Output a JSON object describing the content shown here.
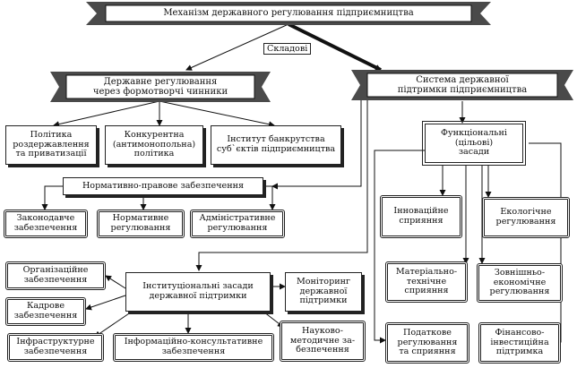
{
  "title": "Механізм державного регулювання підприємництва",
  "connector_label": "Складові",
  "branch_left": "Державне регулювання\nчерез формотворчі чинники",
  "branch_right": "Система державної\nпідтримки підприємництва",
  "left_level1": [
    "Політика\nроздержавлення\nта приватизації",
    "Конкурентна\n(антимонопольна)\nполітика",
    "Інститут банкрутства\nсуб`єктів підприємництва"
  ],
  "normative": {
    "title": "Нормативно-правове забезпечення",
    "items": [
      "Законодавче\nзабезпечення",
      "Нормативне\nрегулювання",
      "Адміністративне\nрегулювання"
    ]
  },
  "institutional": {
    "title": "Інституціональні засади\nдержавної підтримки",
    "items": [
      "Організаційне\nзабезпечення",
      "Кадрове\nзабезпечення",
      "Інфраструктурне\nзабезпечення",
      "Інформаційно-консультативне\nзабезпечення",
      "Науково-\nметодичне за-\nбезпечення",
      "Моніторинг\nдержавної\nпідтримки"
    ]
  },
  "functional": {
    "title": "Функціональні\n(цільові)\nзасади",
    "items": [
      "Інноваційне\nсприяння",
      "Екологічне\nрегулювання",
      "Матеріально-\nтехнічне\nсприяння",
      "Зовнішньо-\nекономічне\nрегулювання",
      "Податкове\nрегулювання\nта сприяння",
      "Фінансово-\nінвестиційна\nпідтримка"
    ]
  }
}
